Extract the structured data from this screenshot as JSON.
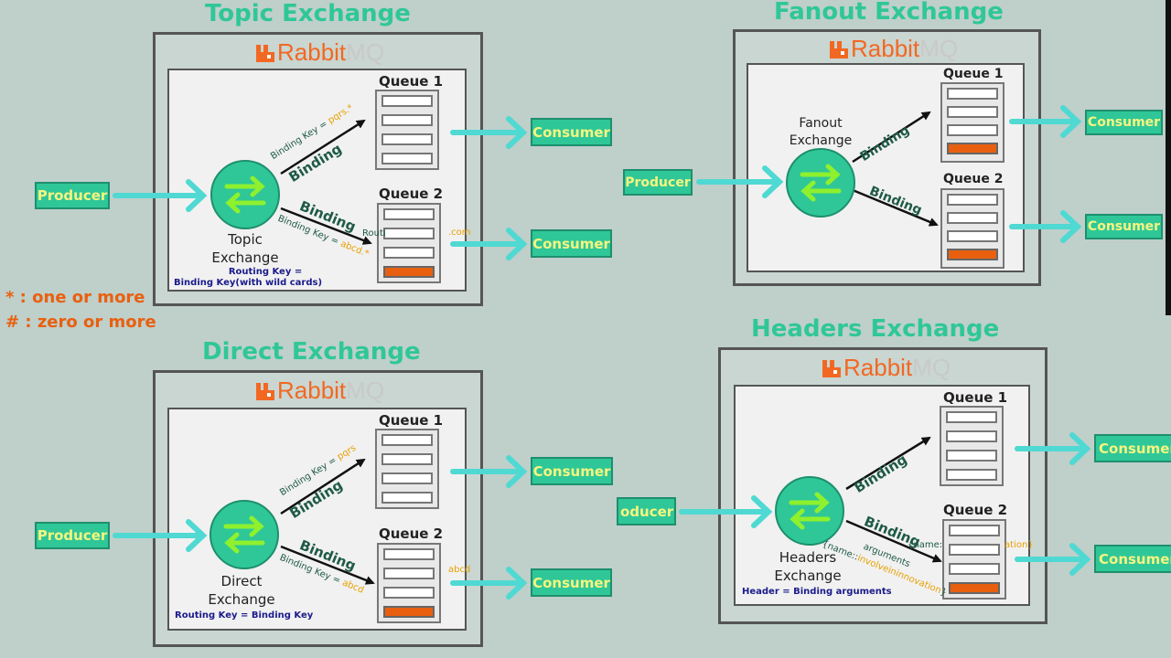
{
  "titles": {
    "topic": "Topic Exchange",
    "fanout": "Fanout Exchange",
    "direct": "Direct Exchange",
    "headers": "Headers Exchange"
  },
  "logo": {
    "rabbit": "Rabbit",
    "mq": "MQ"
  },
  "common": {
    "queue1": "Queue 1",
    "queue2": "Queue 2",
    "consumer": "Consumer",
    "producer": "Producer",
    "binding": "Binding"
  },
  "producer_cropped": "oducer",
  "consumer_cropped": "Consumer",
  "topic": {
    "exchange_line1": "Topic",
    "exchange_line2": "Exchange",
    "bk1_prefix": "Binding Key = ",
    "bk1_value": "pqrs.*",
    "bk2_prefix": "Binding Key = ",
    "bk2_value": "abcd.*",
    "routing_overlap": "Routi",
    "routing_overlap_value": ".com",
    "note_line1": "Routing Key =",
    "note_line2": "Binding Key(with wild cards)"
  },
  "fanout": {
    "exchange_line1": "Fanout",
    "exchange_line2": "Exchange"
  },
  "direct": {
    "exchange_line1": "Direct",
    "exchange_line2": "Exchange",
    "bk1_prefix": "Binding Key = ",
    "bk1_value": "pqrs",
    "bk2_prefix": "Binding Key = ",
    "bk2_value": "abcd",
    "routing_overlap_value": "abcd",
    "note": "Routing Key = Binding Key"
  },
  "headers": {
    "exchange_line1": "Headers",
    "exchange_line2": "Exchange",
    "args_label": "arguments",
    "args_value_prefix": "{name::",
    "args_value": "involveininnovation",
    "args_value_suffix": "}",
    "msg_header_prefix": "{name:",
    "msg_header_suffix": "ation}",
    "note": "Header = Binding arguments"
  },
  "wildcards": {
    "star": "* : one or more",
    "hash": "# : zero or more"
  },
  "colors": {
    "accent_green": "#2fc797",
    "arrow_cyan": "#4fd9d2",
    "orange": "#e8600f",
    "button_text": "#f5f580",
    "note_blue": "#1a1a8c"
  }
}
